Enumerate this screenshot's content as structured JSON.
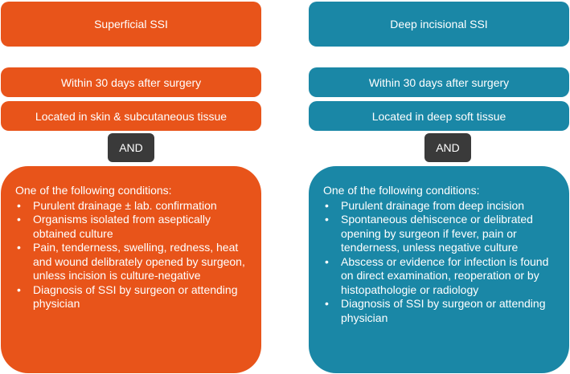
{
  "left": {
    "title": "Superficial SSI",
    "time": "Within 30 days after surgery",
    "location": "Located in skin & subcutaneous tissue",
    "and": "AND",
    "lead": "One of the following conditions:",
    "items": [
      "Purulent drainage ± lab. confirmation",
      "Organisms isolated from aseptically obtained culture",
      "Pain, tenderness, swelling, redness, heat and wound delibrately opened by surgeon, unless incision is culture-negative",
      "Diagnosis of SSI by surgeon or attending physician"
    ]
  },
  "right": {
    "title": "Deep incisional SSI",
    "time": "Within 30 days after surgery",
    "location": "Located in deep soft tissue",
    "and": "AND",
    "lead": "One of the following conditions:",
    "items": [
      "Purulent drainage from deep incision",
      "Spontaneous dehiscence or delibrated opening by surgeon if fever, pain or tenderness, unless negative culture",
      "Abscess or evidence for infection is found on direct examination, reoperation or by histopathologie or radiology",
      "Diagnosis of SSI by surgeon or attending physician"
    ]
  },
  "bullet": "•",
  "colors": {
    "orange": "#e8541a",
    "teal": "#1a87a6",
    "and_box": "#3a3a3a"
  }
}
